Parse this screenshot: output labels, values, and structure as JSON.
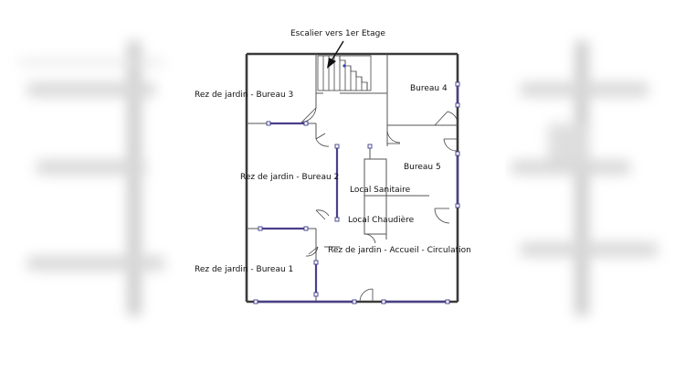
{
  "plan": {
    "stair_label": "Escalier vers 1er Etage",
    "rooms": [
      {
        "id": "bureau3",
        "label": "Rez de jardin - Bureau 3"
      },
      {
        "id": "bureau2",
        "label": "Rez de jardin - Bureau 2"
      },
      {
        "id": "bureau1",
        "label": "Rez de jardin - Bureau 1"
      },
      {
        "id": "bureau4",
        "label": "Bureau 4"
      },
      {
        "id": "bureau5",
        "label": "Bureau 5"
      },
      {
        "id": "sanitaire",
        "label": "Local Sanitaire"
      },
      {
        "id": "chaudiere",
        "label": "Local Chaudière"
      },
      {
        "id": "accueil",
        "label": "Rez de jardin - Accueil - Circulation"
      }
    ]
  },
  "colors": {
    "wall": "#3a3a3a",
    "window": "#4a3f8c",
    "background": "#ffffff"
  }
}
